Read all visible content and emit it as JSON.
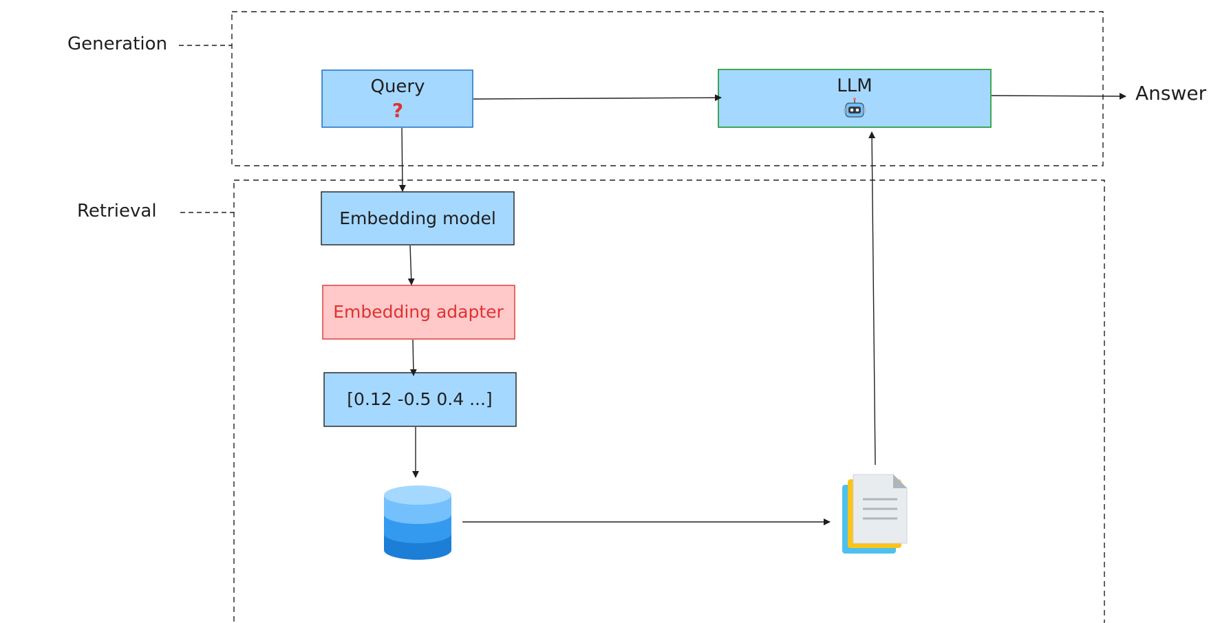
{
  "groups": {
    "generation": {
      "label": "Generation"
    },
    "retrieval": {
      "label": "Retrieval"
    }
  },
  "nodes": {
    "query": {
      "label": "Query",
      "mark": "?"
    },
    "llm": {
      "label": "LLM",
      "icon": "robot-icon"
    },
    "answer": {
      "label": "Answer"
    },
    "embedding_model": {
      "label": "Embedding model"
    },
    "embedding_adapter": {
      "label": "Embedding adapter"
    },
    "vector": {
      "label": "[0.12 -0.5 0.4 ...]"
    },
    "database": {
      "icon": "database-icon"
    },
    "documents": {
      "icon": "documents-icon"
    }
  },
  "colors": {
    "blue_box": "#a5d8ff",
    "blue_box_stroke": "#1971c2",
    "red_box": "#ffc9c9",
    "red_text": "#e03131",
    "green_stroke": "#2f9e44",
    "db_light": "#a5d8ff",
    "db_mid": "#4dabf7",
    "db_dark": "#1c7ed6"
  }
}
